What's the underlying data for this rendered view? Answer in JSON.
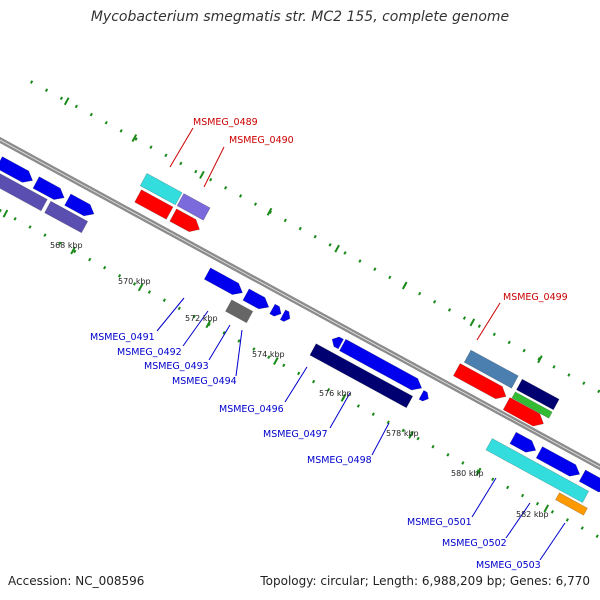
{
  "title": "Mycobacterium smegmatis str. MC2 155, complete genome",
  "accession": "Accession: NC_008596",
  "topology": "Topology: circular; Length: 6,988,209 bp; Genes: 6,770",
  "ticks": [
    "568 kbp",
    "570 kbp",
    "572 kbp",
    "574 kbp",
    "576 kbp",
    "578 kbp",
    "580 kbp",
    "582 kbp"
  ],
  "genes_forward": [
    "MSMEG_0489",
    "MSMEG_0490",
    "MSMEG_0499"
  ],
  "genes_reverse": [
    "MSMEG_0491",
    "MSMEG_0492",
    "MSMEG_0493",
    "MSMEG_0494",
    "MSMEG_0496",
    "MSMEG_0497",
    "MSMEG_0498",
    "MSMEG_0501",
    "MSMEG_0502",
    "MSMEG_0503"
  ],
  "colors": {
    "forward_label": "#cc0000",
    "reverse_label": "#0000cc",
    "backbone": "#8c8c8c",
    "tick_dash": "#1a8a1a",
    "cds_red": "#ff0000",
    "cds_blue": "#0000ee",
    "cds_navy": "#000070",
    "cds_cyan": "#33dddd",
    "cds_purple": "#5a4fb0",
    "cds_lavender": "#7a6adb",
    "cds_steel": "#4a7fb0",
    "cds_green": "#33bb33",
    "cds_orange": "#ff9900",
    "cds_gray": "#666666",
    "cds_pink": "#ff9aa8"
  }
}
